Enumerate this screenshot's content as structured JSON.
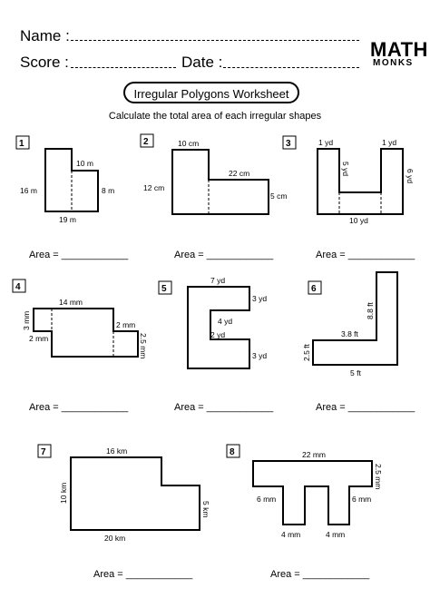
{
  "header": {
    "name_label": "Name :",
    "score_label": "Score :",
    "date_label": "Date :"
  },
  "logo": {
    "top": "MATH",
    "bottom": "MONKS"
  },
  "title": "Irregular Polygons Worksheet",
  "subtitle": "Calculate the total area of each irregular shapes",
  "problems": [
    {
      "number": "1",
      "dims": [
        "10 m",
        "16 m",
        "8 m",
        "19 m"
      ],
      "area_label": "Area = ____________"
    },
    {
      "number": "2",
      "dims": [
        "10 cm",
        "22 cm",
        "12 cm",
        "5 cm"
      ],
      "area_label": "Area = ____________"
    },
    {
      "number": "3",
      "dims": [
        "1 yd",
        "1 yd",
        "5 yd",
        "6 yd",
        "10 yd"
      ],
      "area_label": "Area = ____________"
    },
    {
      "number": "4",
      "dims": [
        "14 mm",
        "3 mm",
        "2 mm",
        "2 mm",
        "2.5 mm"
      ],
      "area_label": "Area = ____________"
    },
    {
      "number": "5",
      "dims": [
        "7 yd",
        "3 yd",
        "4 yd",
        "2 yd",
        "3 yd"
      ],
      "area_label": "Area = ____________"
    },
    {
      "number": "6",
      "dims": [
        "8.8 ft",
        "3.8 ft",
        "2.5 ft",
        "5 ft"
      ],
      "area_label": "Area = ____________"
    },
    {
      "number": "7",
      "dims": [
        "16 km",
        "10 km",
        "5 km",
        "20 km"
      ],
      "area_label": "Area = ____________"
    },
    {
      "number": "8",
      "dims": [
        "22 mm",
        "2.5 mm",
        "6 mm",
        "6 mm",
        "4 mm",
        "4 mm"
      ],
      "area_label": "Area = ____________"
    }
  ]
}
